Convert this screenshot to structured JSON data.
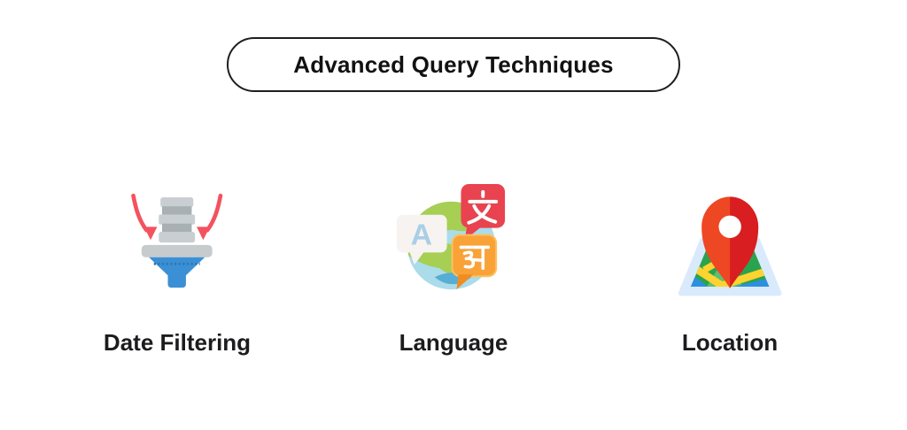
{
  "banner": {
    "title": "Advanced Query Techniques"
  },
  "features": [
    {
      "label": "Date Filtering",
      "icon": "funnel-filter-icon"
    },
    {
      "label": "Language",
      "icon": "globe-translate-icon",
      "bubble_glyphs": {
        "latin": "A",
        "chinese": "文",
        "devanagari": "अ"
      }
    },
    {
      "label": "Location",
      "icon": "map-pin-icon"
    }
  ],
  "colors": {
    "background": "#ffffff",
    "banner_border": "#1e1e1e",
    "label_text": "#1c1c1e",
    "funnel_blue": "#3b90d5",
    "funnel_dash_blue": "#2e78b0",
    "funnel_rim_gray": "#c6cbce",
    "stack_bar_light": "#c8ced2",
    "stack_bar_dark": "#a8b0b4",
    "arrow_red": "#f4525f",
    "globe_ocean": "#aadcea",
    "globe_land_green": "#a6cf53",
    "globe_sea_teal": "#57add5",
    "bubble_white": "#f7f3f1",
    "bubble_letter_blue": "#a9cfe6",
    "bubble_red": "#e8434f",
    "bubble_orange": "#f9a238",
    "bubble_orange_border": "#fcc161",
    "bubble_orange_tail": "#f08c22",
    "pin_red_left": "#ee4723",
    "pin_red_right": "#d81e20",
    "map_border_blue": "#d9eafc",
    "map_green": "#2aa34f",
    "map_green_light": "#5fbe72",
    "map_road_yellow": "#fdd330",
    "map_water_blue": "#2e8fe0"
  }
}
